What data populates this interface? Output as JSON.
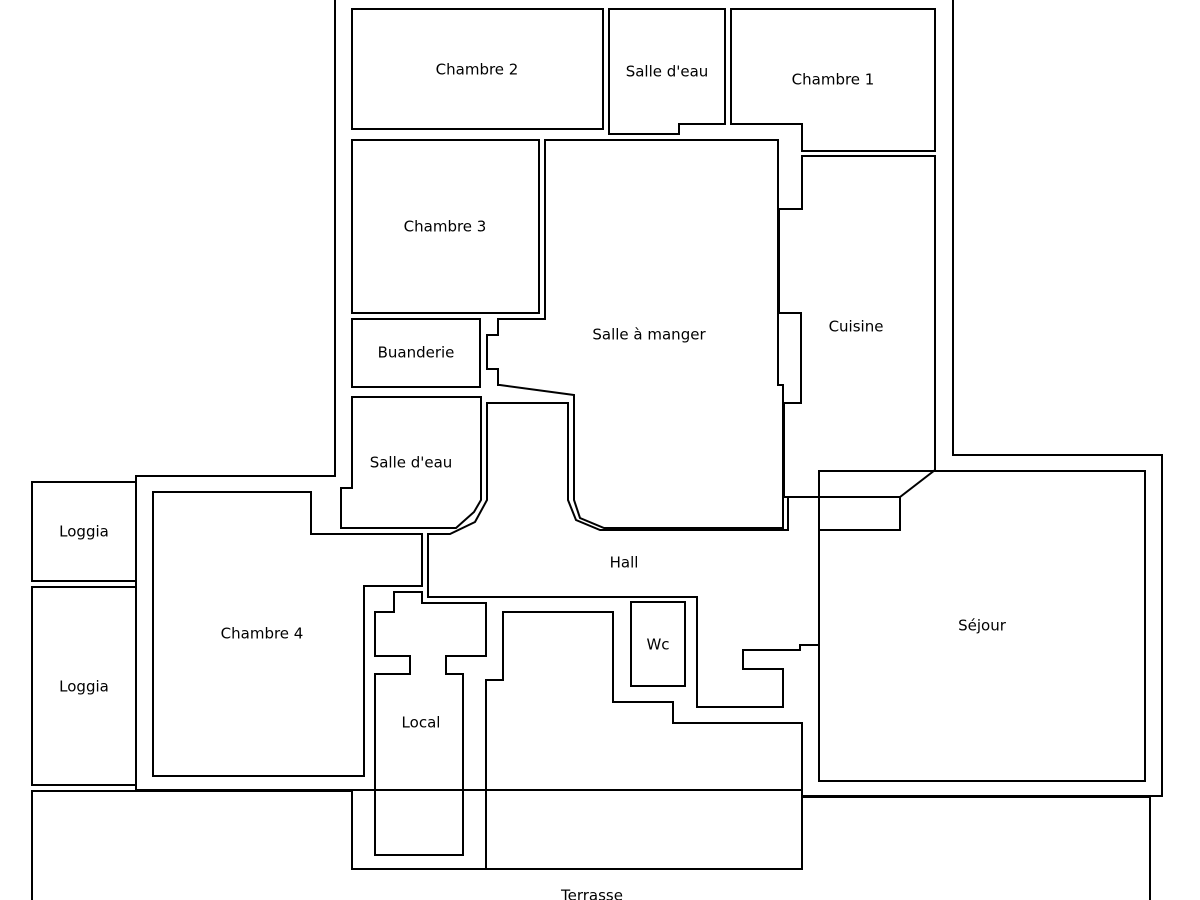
{
  "floor_plan": {
    "rooms": {
      "chambre_2": "Chambre 2",
      "salle_deau_top": "Salle d'eau",
      "chambre_1": "Chambre 1",
      "chambre_3": "Chambre 3",
      "salle_a_manger": "Salle à manger",
      "cuisine": "Cuisine",
      "buanderie": "Buanderie",
      "salle_deau_mid": "Salle d'eau",
      "loggia_1": "Loggia",
      "loggia_2": "Loggia",
      "hall": "Hall",
      "chambre_4": "Chambre 4",
      "wc": "Wc",
      "sejour": "Séjour",
      "local": "Local",
      "terrasse": "Terrasse"
    }
  }
}
